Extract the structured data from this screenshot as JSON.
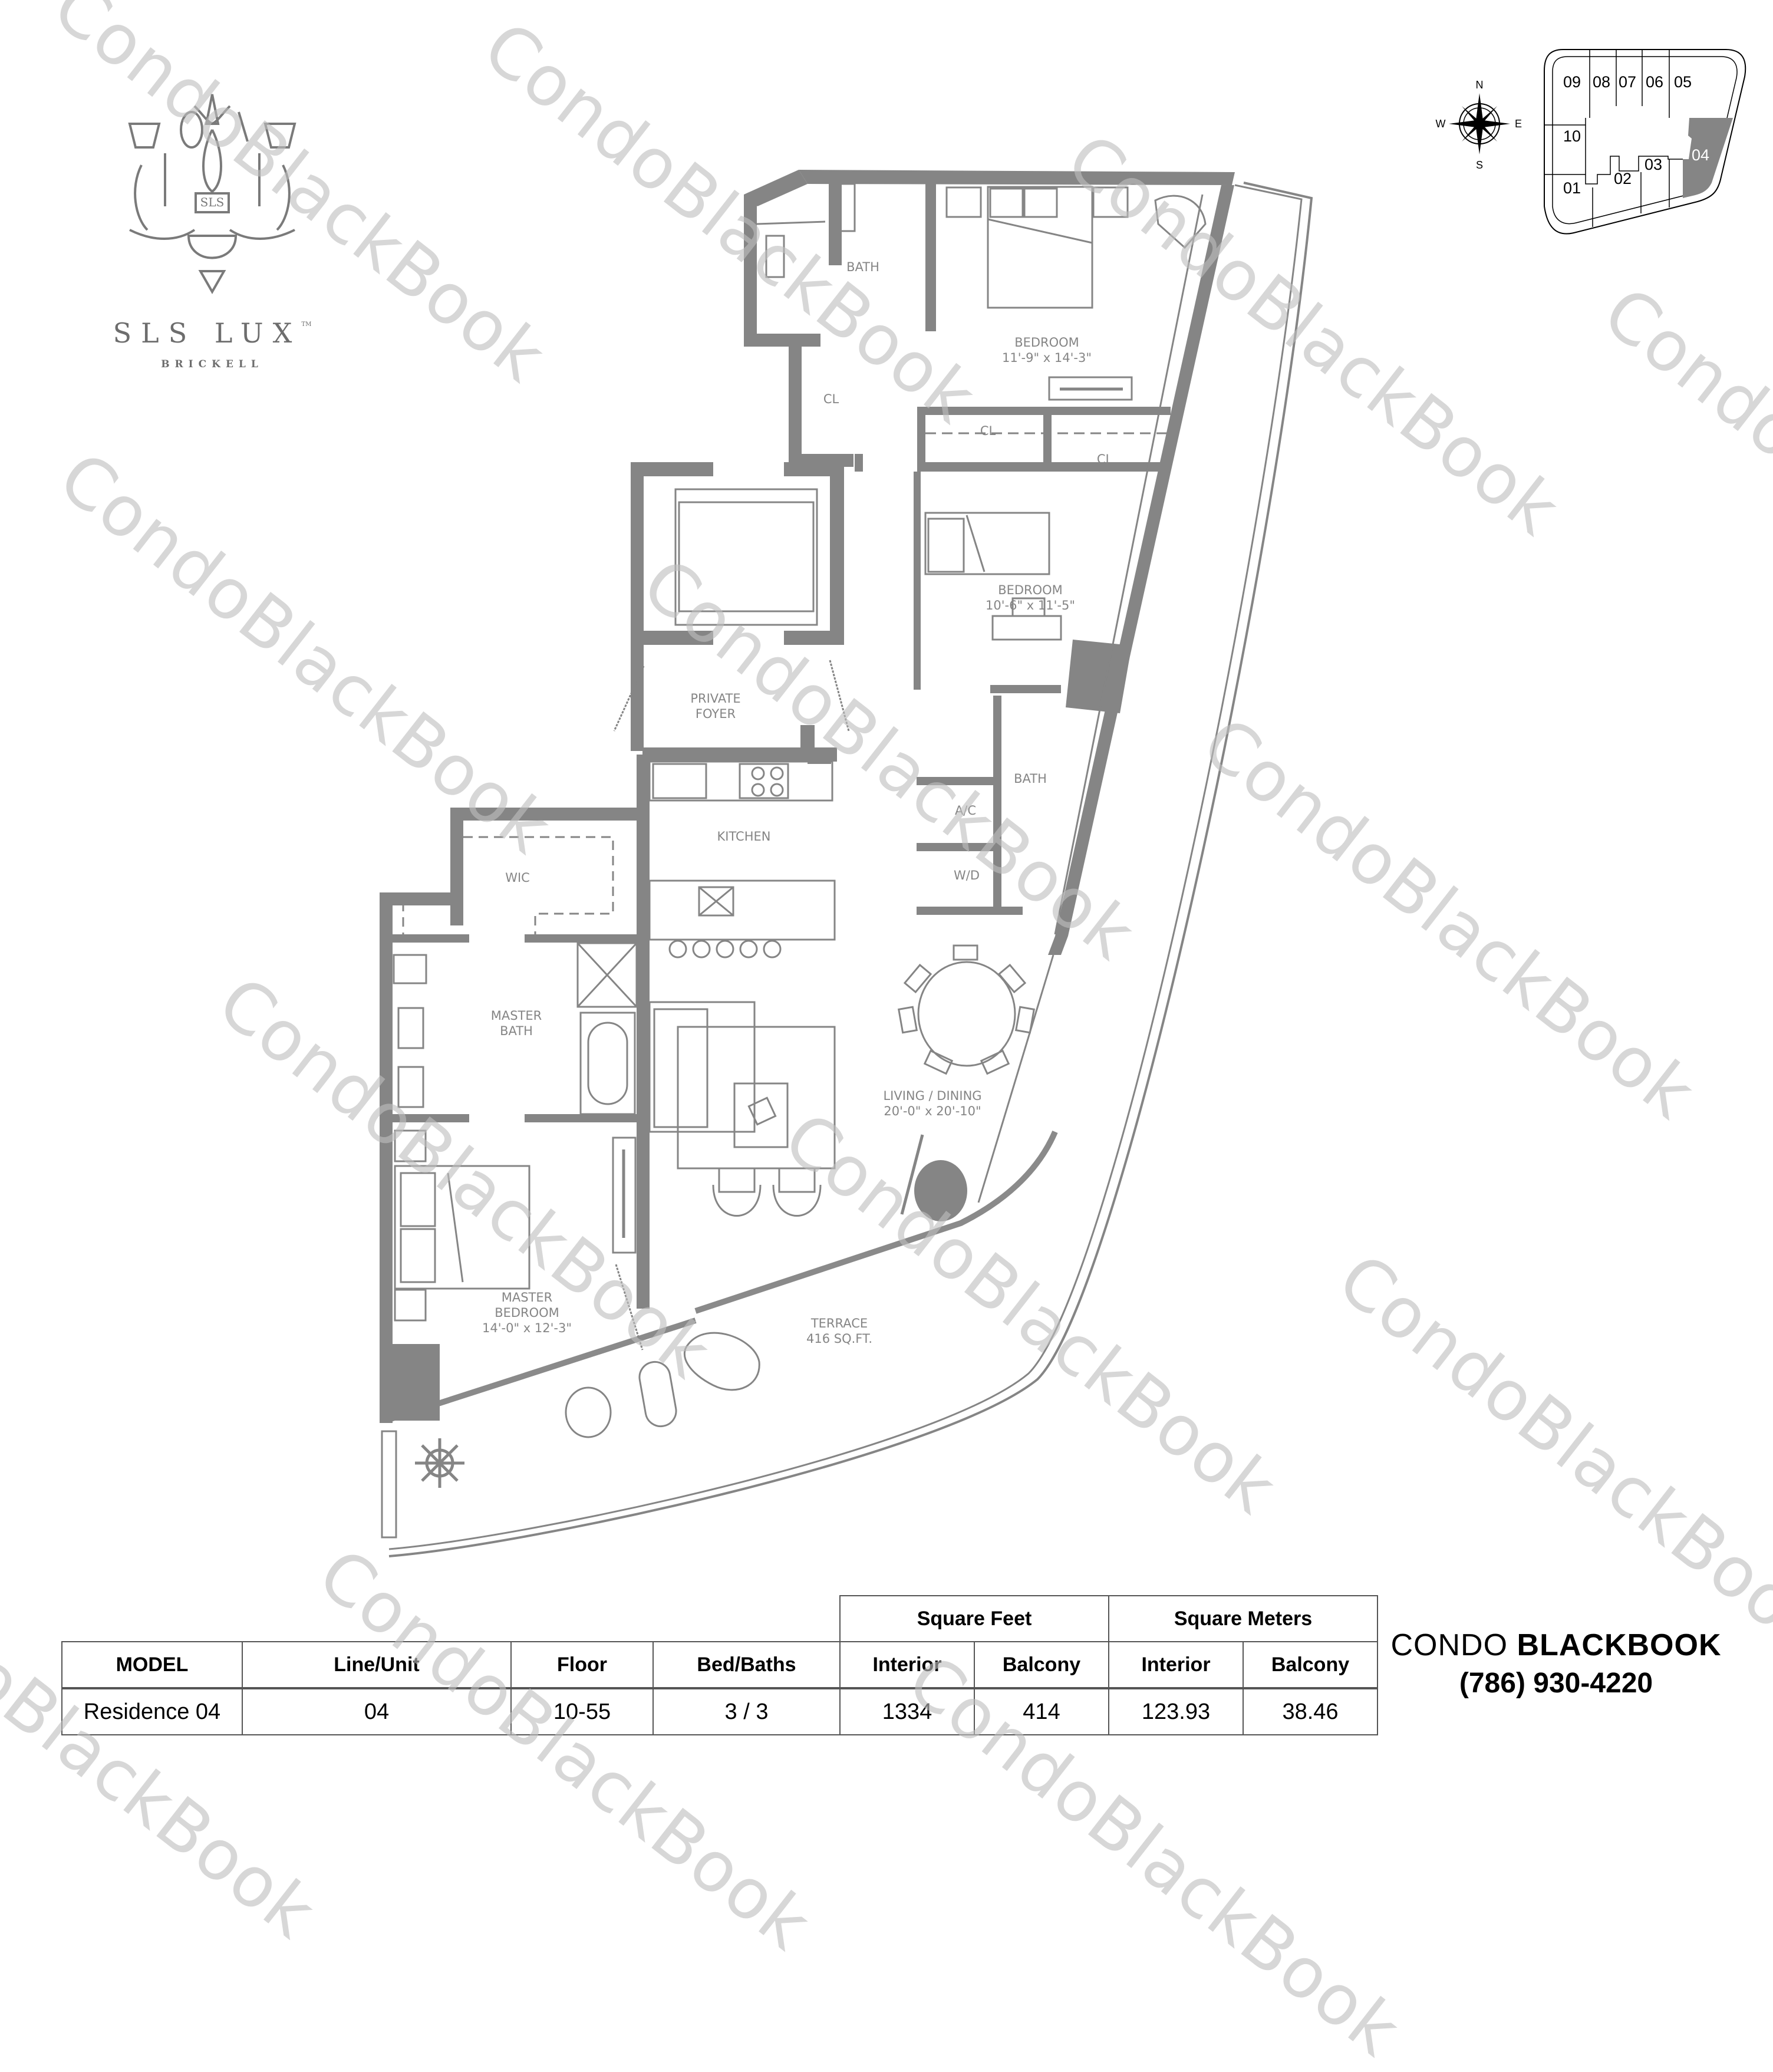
{
  "logo": {
    "name": "SLS LUX",
    "trademark": "TM",
    "location": "BRICKELL",
    "emblem_text": "SLS"
  },
  "compass": {
    "n": "N",
    "e": "E",
    "s": "S",
    "w": "W"
  },
  "keyplan": {
    "units": [
      "09",
      "08",
      "07",
      "06",
      "05",
      "10",
      "04",
      "03",
      "02",
      "01"
    ],
    "highlighted_unit": "04",
    "highlight_color": "#858585"
  },
  "rooms": {
    "bath_north": "BATH",
    "bedroom_north": {
      "name": "BEDROOM",
      "dims": "11'-9\" x 14'-3\""
    },
    "closet_1": "CL",
    "closet_2": "CL",
    "closet_3": "CL",
    "bedroom_east": {
      "name": "BEDROOM",
      "dims": "10'-6\" x 11'-5\""
    },
    "foyer": {
      "line1": "PRIVATE",
      "line2": "FOYER"
    },
    "bath_east": "BATH",
    "ac": "A/C",
    "wd": "W/D",
    "kitchen": "KITCHEN",
    "wic": "WIC",
    "master_bath": {
      "line1": "MASTER",
      "line2": "BATH"
    },
    "living": {
      "name": "LIVING / DINING",
      "dims": "20'-0\" x 20'-10\""
    },
    "master_bedroom": {
      "line1": "MASTER",
      "line2": "BEDROOM",
      "dims": "14'-0\" x 12'-3\""
    },
    "terrace": {
      "name": "TERRACE",
      "area": "416 SQ.FT."
    }
  },
  "table": {
    "group_headers": {
      "sqft": "Square Feet",
      "sqm": "Square Meters"
    },
    "headers": [
      "MODEL",
      "Line/Unit",
      "Floor",
      "Bed/Baths",
      "Interior",
      "Balcony",
      "Interior",
      "Balcony"
    ],
    "row": [
      "Residence 04",
      "04",
      "10-55",
      "3 / 3",
      "1334",
      "414",
      "123.93",
      "38.46"
    ]
  },
  "brand": {
    "word1": "CONDO",
    "word2": "BLACKBOOK",
    "phone": "(786) 930-4220"
  },
  "watermark": "CondoBlackBook",
  "colors": {
    "wall": "#858585",
    "line": "#8a8a8a",
    "watermark": "#bebebe"
  }
}
